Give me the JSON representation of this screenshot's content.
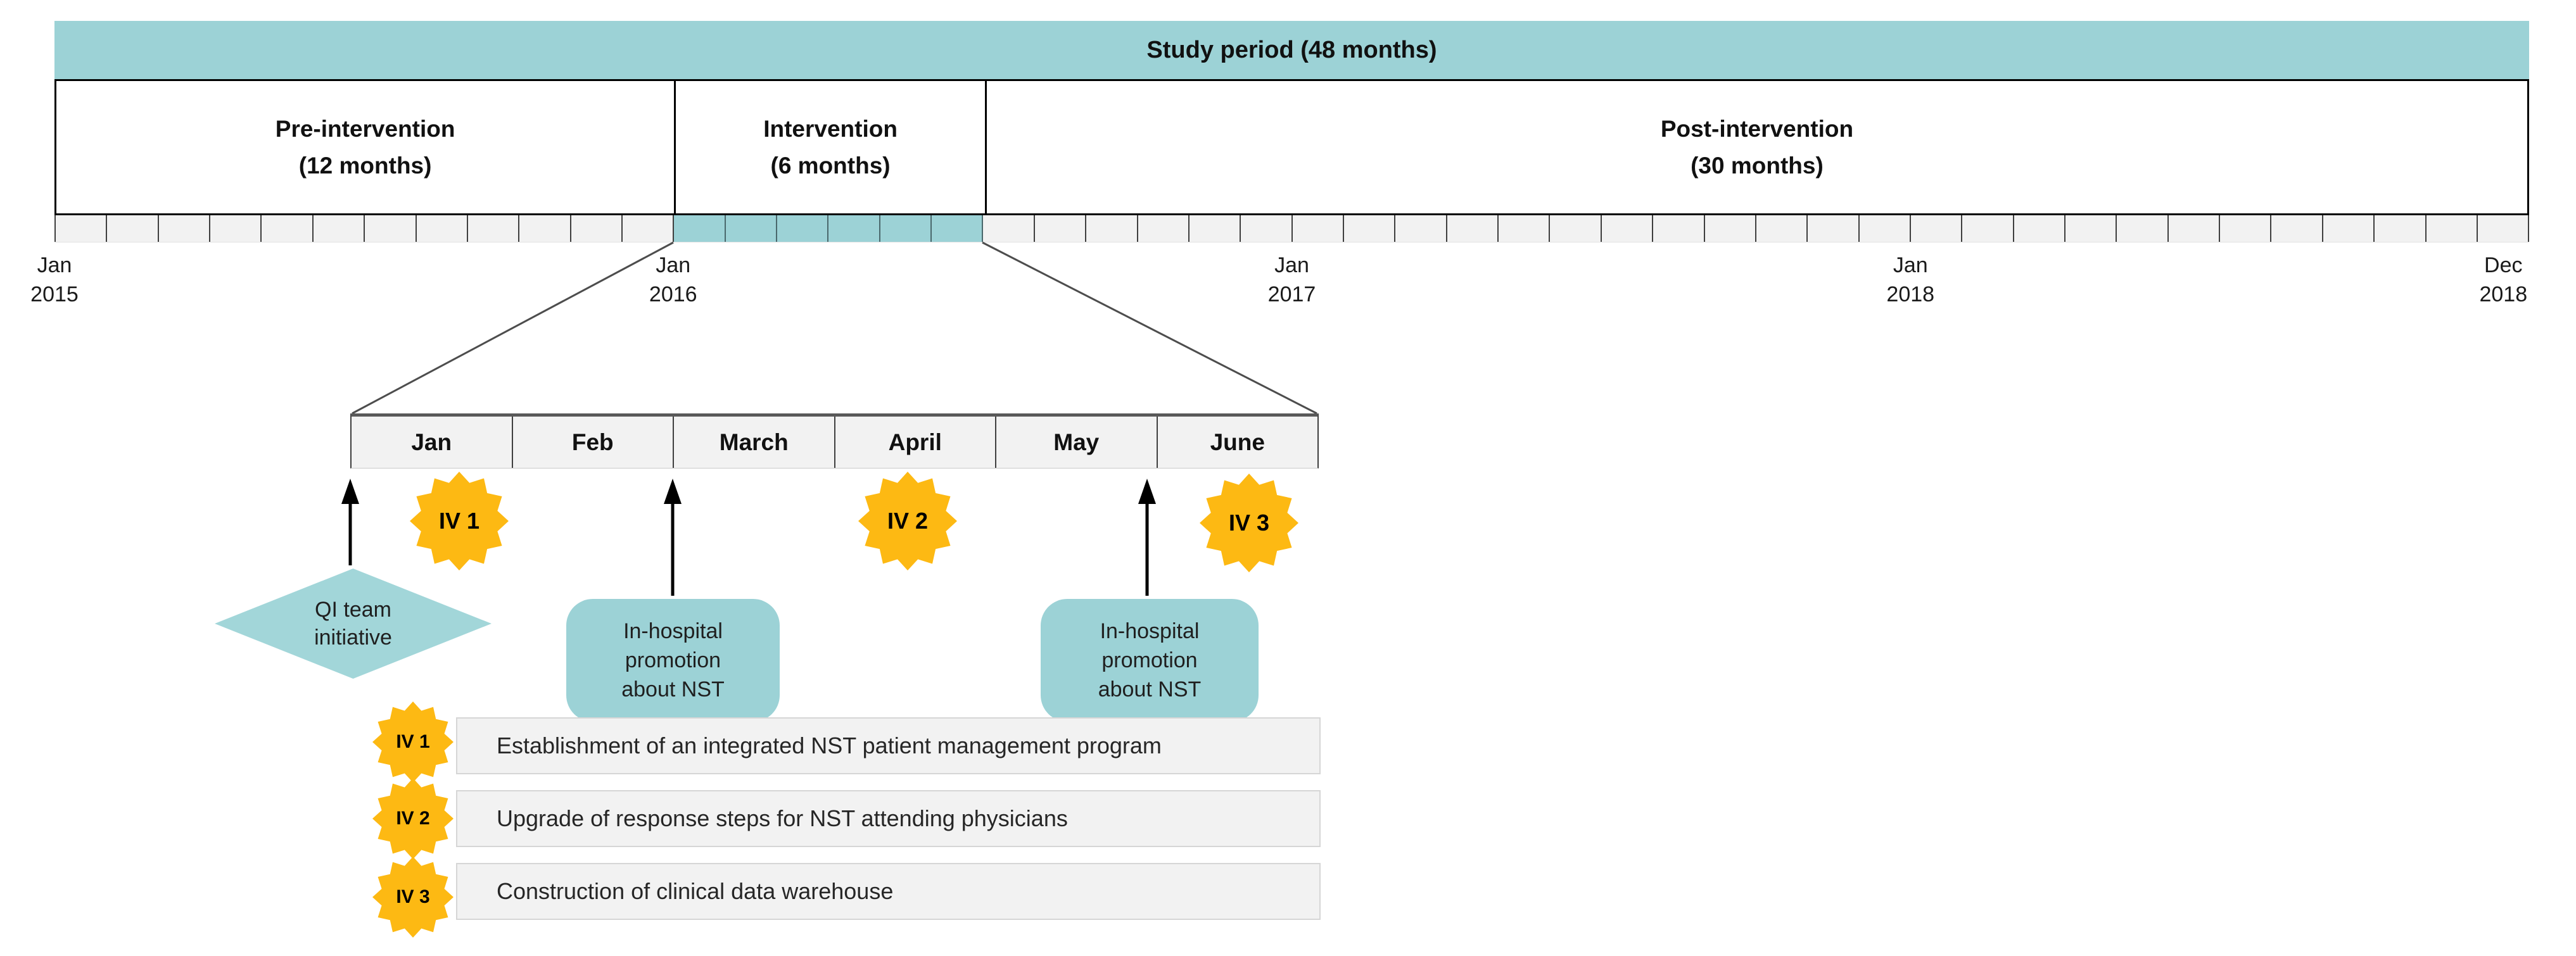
{
  "banner": {
    "title": "Study period (48 months)"
  },
  "sections": [
    {
      "name": "Pre-intervention",
      "duration": "(12 months)",
      "months": 12
    },
    {
      "name": "Intervention",
      "duration": "(6 months)",
      "months": 6
    },
    {
      "name": "Post-intervention",
      "duration": "(30 months)",
      "months": 30
    }
  ],
  "timeline": {
    "total_months": 48,
    "highlight_start_month": 12,
    "highlight_length": 6,
    "year_labels": [
      {
        "month": "Jan",
        "year": "2015",
        "position_month": 0
      },
      {
        "month": "Jan",
        "year": "2016",
        "position_month": 12
      },
      {
        "month": "Jan",
        "year": "2017",
        "position_month": 24
      },
      {
        "month": "Jan",
        "year": "2018",
        "position_month": 36
      },
      {
        "month": "Dec",
        "year": "2018",
        "position_month": 47.5
      }
    ]
  },
  "detail": {
    "months": [
      "Jan",
      "Feb",
      "March",
      "April",
      "May",
      "June"
    ],
    "events": [
      {
        "badge": "IV 1"
      },
      {
        "badge": "IV 2"
      },
      {
        "badge": "IV 3"
      }
    ],
    "shapes": {
      "diamond": {
        "line1": "QI team",
        "line2": "initiative"
      },
      "promo1": {
        "line1": "In-hospital",
        "line2": "promotion",
        "line3": "about NST"
      },
      "promo2": {
        "line1": "In-hospital",
        "line2": "promotion",
        "line3": "about NST"
      }
    }
  },
  "legend": {
    "items": [
      {
        "badge": "IV 1",
        "text": "Establishment of an integrated NST patient management program"
      },
      {
        "badge": "IV 2",
        "text": "Upgrade of response steps for NST attending physicians"
      },
      {
        "badge": "IV 3",
        "text": "Construction of clinical data warehouse"
      }
    ]
  },
  "colors": {
    "teal": "#9CD2D6",
    "teal_shape": "#A2D6D9",
    "gold": "#FDB913",
    "cell_gray": "#F2F2F2",
    "border_dark": "#3F3F3F",
    "legend_border": "#D6D6D6",
    "text_dark": "#1A1A1A"
  }
}
